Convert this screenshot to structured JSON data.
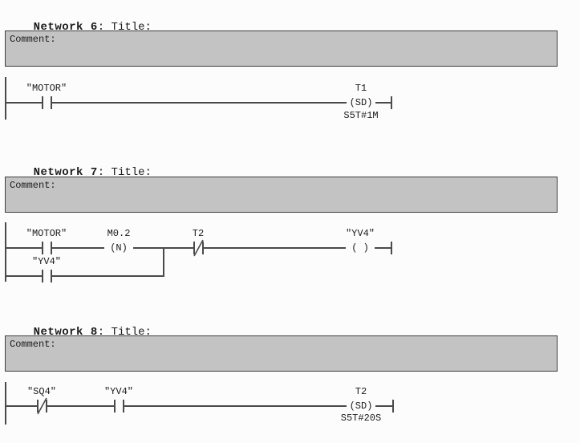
{
  "colors": {
    "background": "#fcfcfc",
    "line": "#4a4a4a",
    "text": "#1b1b1b",
    "comment_fill": "#c3c3c3",
    "comment_border": "#3f3f3f"
  },
  "networks": [
    {
      "name": "Network 6",
      "title": ": Title:",
      "comment": "Comment:",
      "rung": {
        "contact1": "\"MOTOR\"",
        "timer_name": "T1",
        "timer_coil": "(SD)",
        "timer_param": "S5T#1M"
      }
    },
    {
      "name": "Network 7",
      "title": ": Title:",
      "comment": "Comment:",
      "rung": {
        "contact1": "\"MOTOR\"",
        "edge_operand": "M0.2",
        "edge_coil": "(N)",
        "nc_contact": "T2",
        "coil_operand": "\"YV4\"",
        "coil_symbol": "( )",
        "branch_contact": "\"YV4\""
      }
    },
    {
      "name": "Network 8",
      "title": ": Title:",
      "comment": "Comment:",
      "rung": {
        "nc_contact": "\"SQ4\"",
        "no_contact": "\"YV4\"",
        "timer_name": "T2",
        "timer_coil": "(SD)",
        "timer_param": "S5T#20S"
      }
    }
  ]
}
